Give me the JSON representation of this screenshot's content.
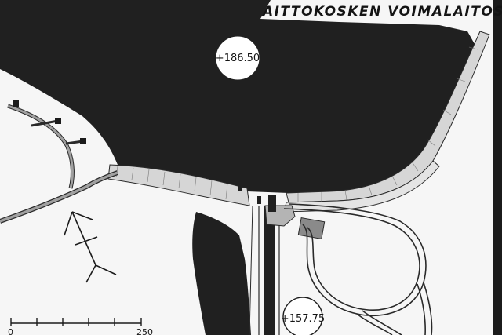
{
  "map": {
    "title": "AITTOKOSKEN VOIMALAITOS",
    "elevations": {
      "upstream": "+186.50",
      "downstream": "+157.75"
    },
    "scale_bar": {
      "start_label": "0",
      "end_label": "250"
    },
    "colors": {
      "water": "#202020",
      "land": "#f6f6f6",
      "embankment": "#d6d6d6",
      "linework": "#2a2a2a",
      "building": "#8a8a8a"
    },
    "symbols": [
      "north-arrow-icon",
      "scale-bar",
      "elevation-marker"
    ]
  }
}
